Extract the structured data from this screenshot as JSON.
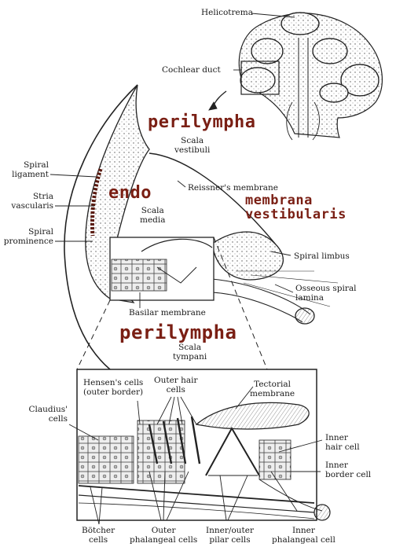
{
  "labels": {
    "helicotrema": "Helicotrema",
    "cochlear_duct": "Cochlear duct",
    "scala_vestibuli": "Scala\nvestibuli",
    "spiral_ligament": "Spiral\nligament",
    "stria_vascularis": "Stria\nvascularis",
    "spiral_prominence": "Spiral\nprominence",
    "reissners_membrane": "Reissner's membrane",
    "scala_media": "Scala\nmedia",
    "spiral_limbus": "Spiral limbus",
    "osseous_spiral_lamina": "Osseous spiral\nlamina",
    "basilar_membrane": "Basilar membrane",
    "scala_tympani": "Scala\ntympani",
    "hensens_cells": "Hensen's cells\n(outer border)",
    "outer_hair_cells": "Outer hair\ncells",
    "tectorial_membrane": "Tectorial\nmembrane",
    "claudius_cells": "Claudius'\ncells",
    "inner_hair_cell": "Inner\nhair cell",
    "inner_border_cell": "Inner\nborder cell",
    "botcher_cells": "Bötcher\ncells",
    "outer_phalangeal_cells": "Outer\nphalangeal cells",
    "inner_outer_pilar_cells": "Inner/outer\npilar cells",
    "inner_phalangeal_cell": "Inner\nphalangeal cell"
  },
  "handwritten": {
    "perilympha_top": "perilympha",
    "endo": "endo",
    "membrana_vestibularis": "membrana\nvestibularis",
    "perilympha_bottom": "perilympha"
  },
  "colors": {
    "ink": "#222222",
    "handwriting": "#7a1f14",
    "stria": "#5a1a10"
  }
}
